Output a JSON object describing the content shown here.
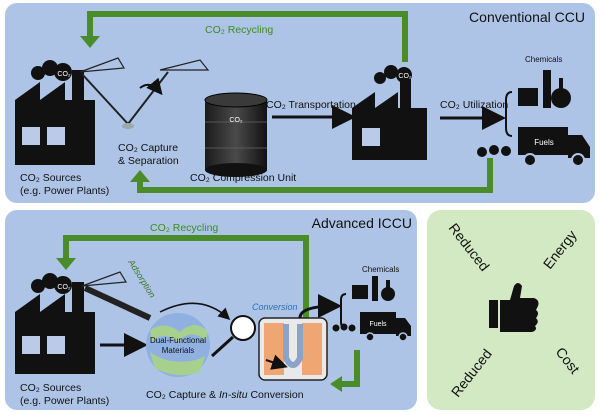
{
  "conventional": {
    "title": "Conventional CCU",
    "recycling": "CO₂ Recycling",
    "sources_line1": "CO₂ Sources",
    "sources_line2": "(e.g. Power Plants)",
    "capture_line1": "CO₂ Capture",
    "capture_line2": "& Separation",
    "compression": "CO₂ Compression Unit",
    "transportation": "CO₂ Transportation",
    "utilization": "CO₂ Utilization",
    "chemicals": "Chemicals",
    "fuels": "Fuels",
    "co2_tag": "CO₂"
  },
  "advanced": {
    "title": "Advanced ICCU",
    "recycling": "CO₂ Recycling",
    "sources_line1": "CO₂ Sources",
    "sources_line2": "(e.g. Power Plants)",
    "adsorption": "Adsorption",
    "dfm_line1": "Dual-Functional",
    "dfm_line2": "Materials",
    "conversion": "Conversion",
    "capture_conversion_a": "CO₂ Capture & ",
    "capture_conversion_b": "In-situ",
    "capture_conversion_c": " Conversion",
    "chemicals": "Chemicals",
    "fuels": "Fuels",
    "co2_tag": "CO₂"
  },
  "benefits": {
    "reduced_top": "Reduced",
    "energy": "Energy",
    "reduced_bottom": "Reduced",
    "cost": "Cost"
  },
  "colors": {
    "panel_blue": "#aec4e6",
    "panel_green": "#d3e9c3",
    "arrow_green": "#4a8c2a"
  }
}
